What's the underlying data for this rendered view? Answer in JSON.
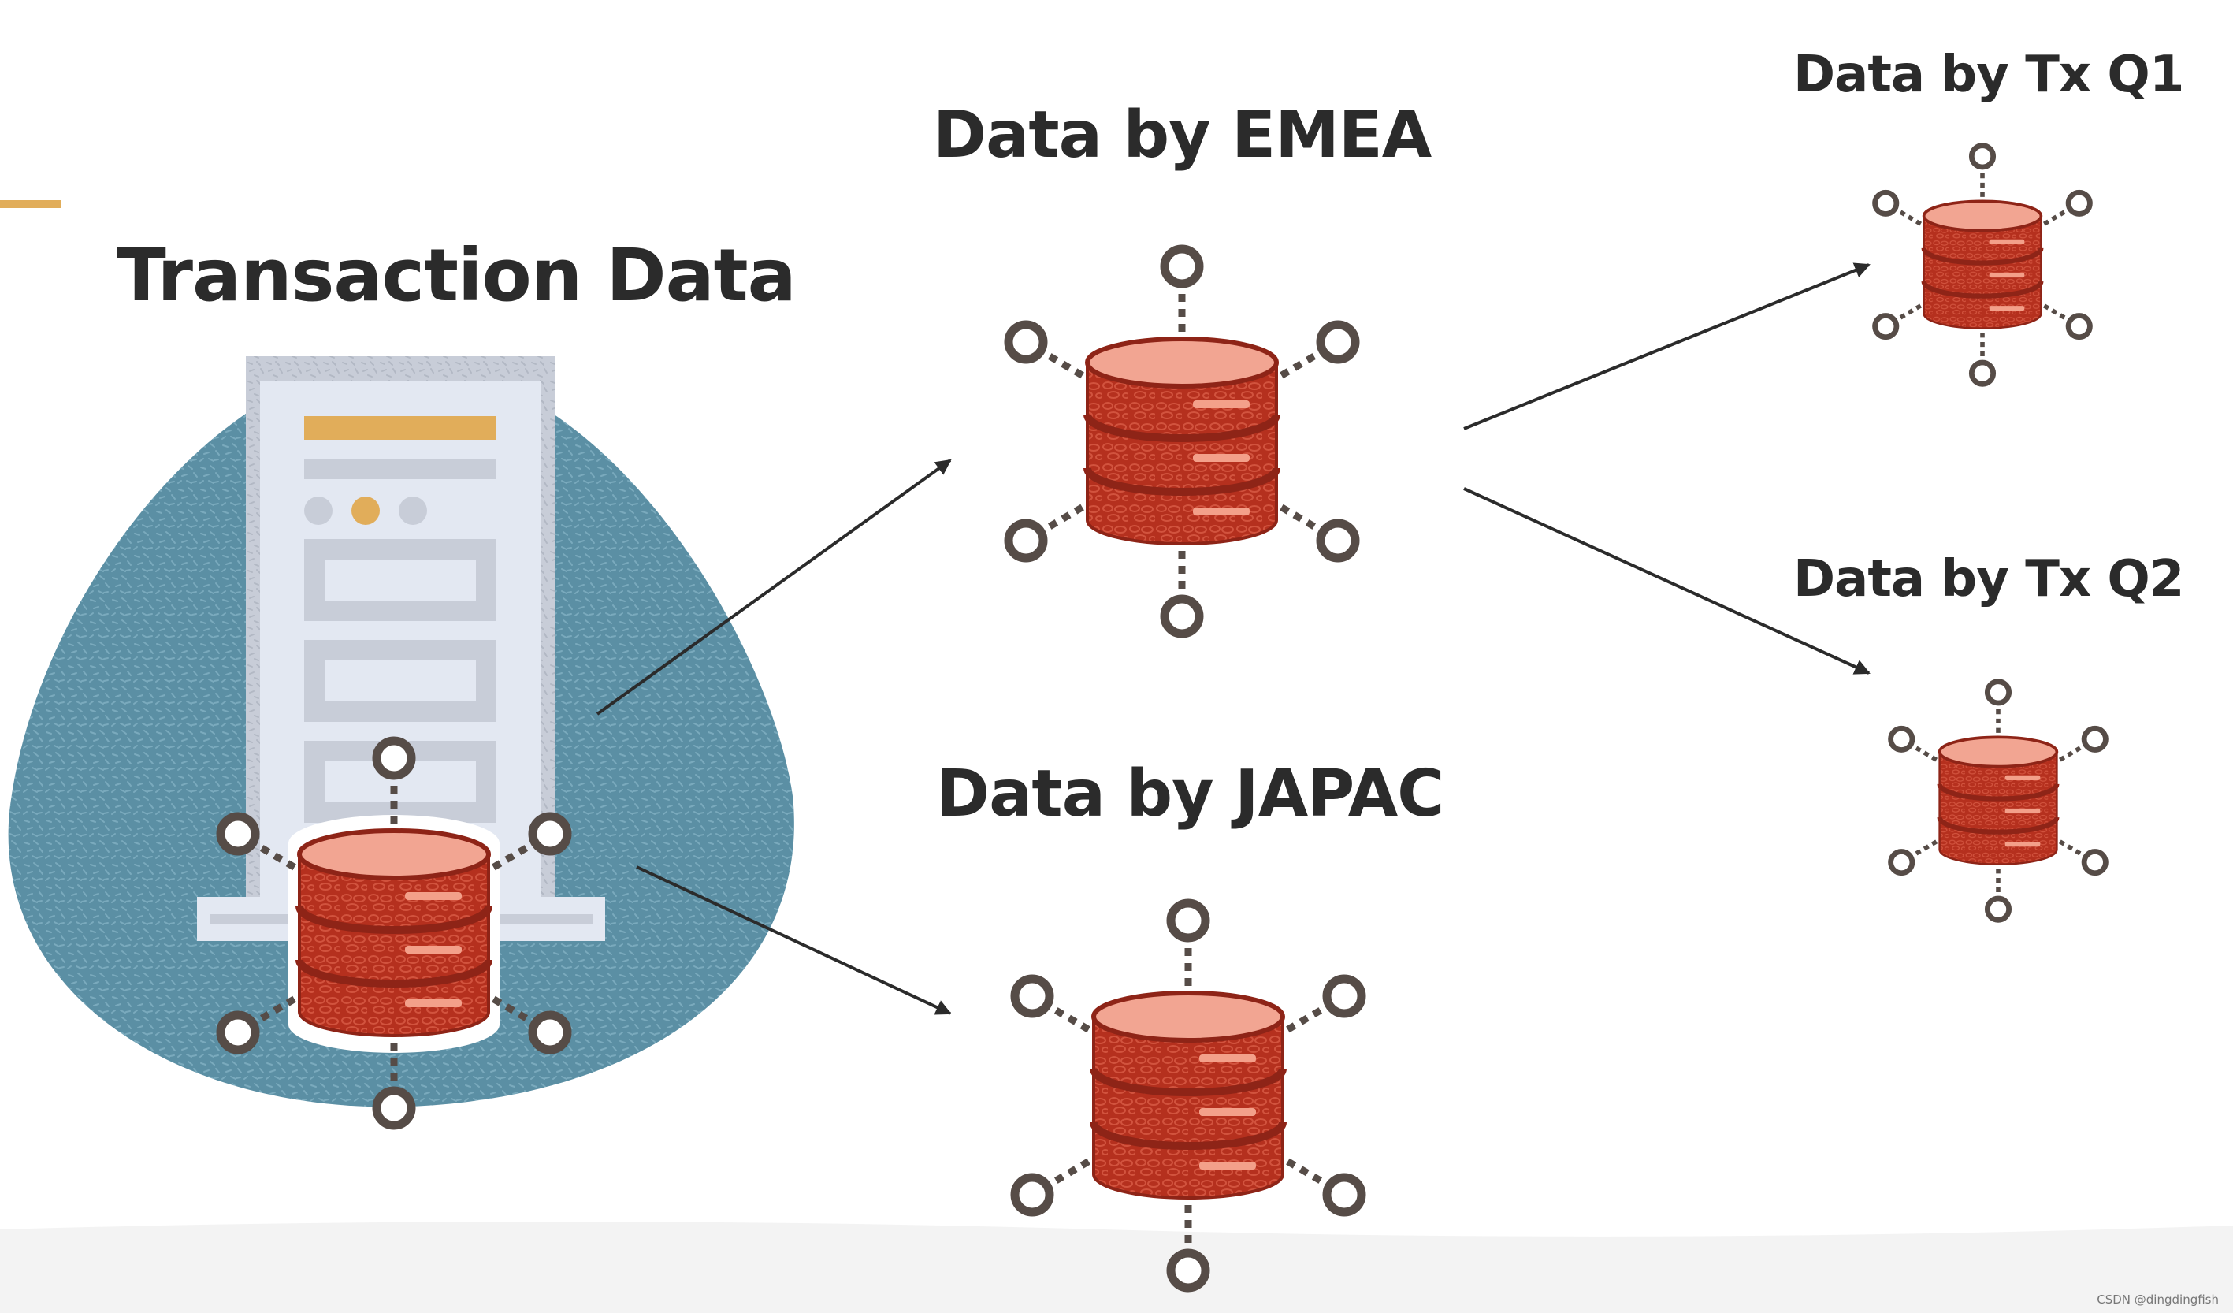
{
  "labels": {
    "source": "Transaction Data",
    "emea": "Data by EMEA",
    "japac": "Data by JAPAC",
    "q1": "Data by Tx Q1",
    "q2": "Data by Tx Q2"
  },
  "watermark": "CSDN @dingdingfish",
  "icons": {
    "server": "server-icon",
    "database": "database-icon",
    "node": "network-node-icon",
    "arrow": "arrow-icon"
  },
  "colors": {
    "blob": "#5b8fa4",
    "server": "#c8cdd8",
    "server_panel": "#e3e8f2",
    "accent": "#e1ad5a",
    "db_red": "#b5301e",
    "db_top": "#f2a592",
    "node": "#564c47",
    "text": "#2b2b2b"
  }
}
